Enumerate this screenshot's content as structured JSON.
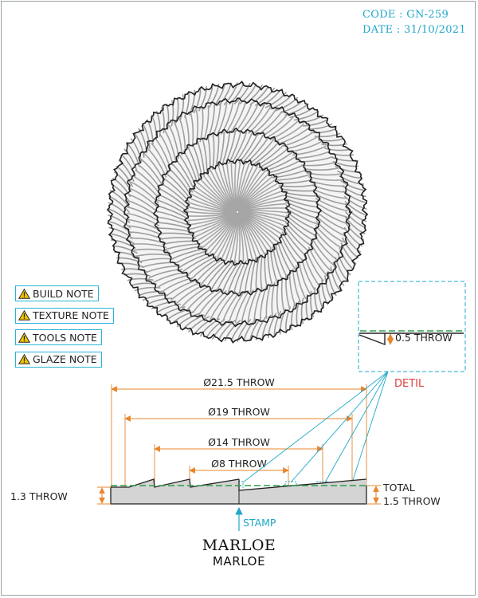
{
  "header": {
    "code": "CODE : GN-259",
    "date": "DATE : 31/10/2021"
  },
  "notes": [
    {
      "label": "BUILD NOTE",
      "icon": "warning-icon"
    },
    {
      "label": "TEXTURE NOTE",
      "icon": "warning-icon"
    },
    {
      "label": "TOOLS NOTE",
      "icon": "warning-icon"
    },
    {
      "label": "GLAZE NOTE",
      "icon": "warning-icon"
    }
  ],
  "dimensions": {
    "d1": "Ø21.5 THROW",
    "d2": "Ø19 THROW",
    "d3": "Ø14 THROW",
    "d4": "Ø8 THROW",
    "left_height": "1.3 THROW",
    "total_line1": "TOTAL",
    "total_line2": "1.5 THROW",
    "detail_depth": "0.5 THROW",
    "detail_label": "DETIL",
    "stamp": "STAMP"
  },
  "brand": {
    "logo_text": "MARLOE",
    "name": "MARLOE"
  },
  "colors": {
    "accent_cyan": "#21a7c9",
    "dimension_orange": "#e8852b",
    "detail_red": "#e04040",
    "dashed_green": "#2a9d4a",
    "plate_fill": "#d4d4d4"
  }
}
